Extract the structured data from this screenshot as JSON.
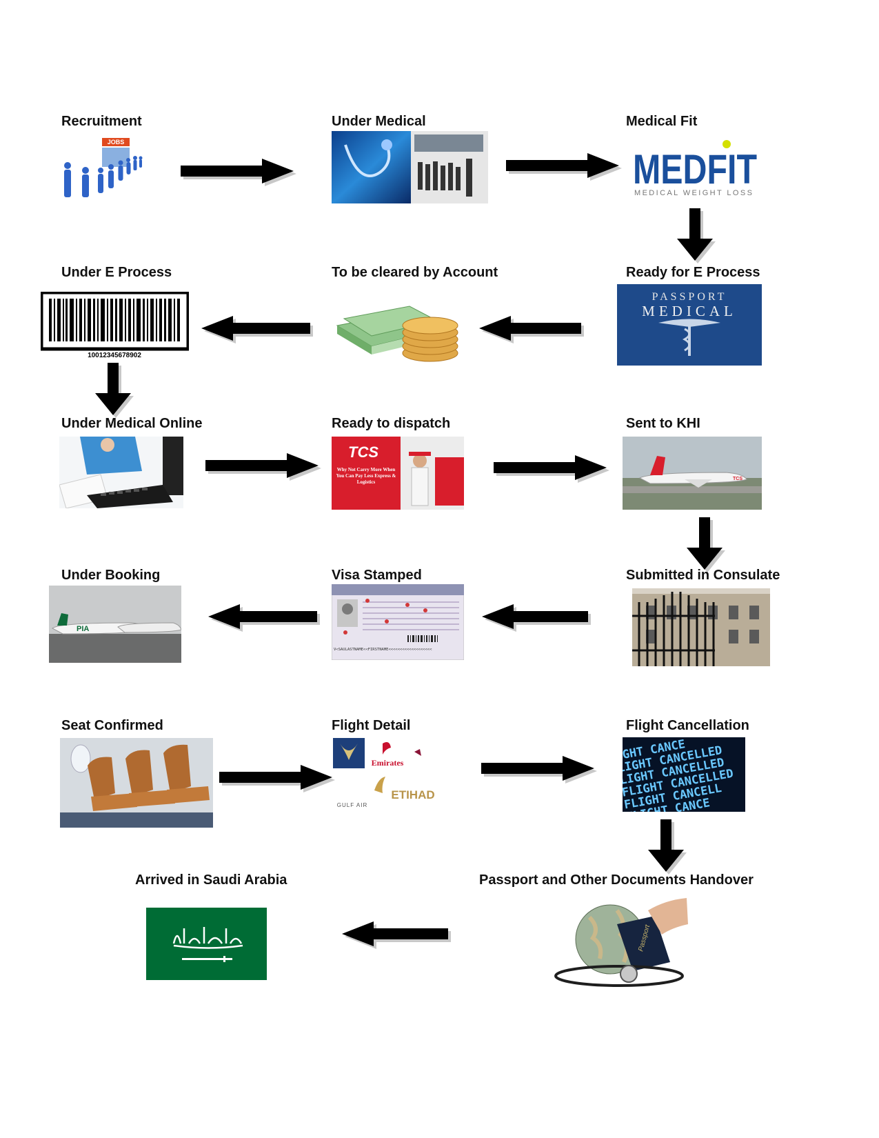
{
  "steps": {
    "recruitment": "Recruitment",
    "under_medical": "Under Medical",
    "medical_fit": "Medical Fit",
    "under_e_process": "Under E Process",
    "to_be_cleared": "To be cleared by Account",
    "ready_e_process": "Ready for E Process",
    "under_medical_online": "Under Medical Online",
    "ready_dispatch": "Ready to dispatch",
    "sent_khi": "Sent to KHI",
    "under_booking": "Under Booking",
    "visa_stamped": "Visa Stamped",
    "submitted_consulate": "Submitted in Consulate",
    "seat_confirmed": "Seat Confirmed",
    "flight_detail": "Flight Detail",
    "flight_cancellation": "Flight Cancellation",
    "arrived_saudi": "Arrived in Saudi Arabia",
    "passport_handover": "Passport and Other Documents Handover"
  },
  "images": {
    "jobs_text": "JOBS",
    "medfit_logo": "MEDFIT",
    "medfit_tagline": "MEDICAL WEIGHT LOSS",
    "passport_word": "PASSPORT",
    "medical_word": "MEDICAL",
    "barcode_number": "10012345678902",
    "tcs_logo": "TCS",
    "tcs_slogan": "Why Not Carry More When You Can Pay Less Express & Logistics",
    "pia_text": "PIA",
    "emirates_text": "Emirates",
    "etihad_text": "ETIHAD",
    "gulf_air_text": "GULF AIR",
    "cancel_lines": [
      "IGHT CANCE",
      "LIGHT CANCELLED",
      "LIGHT CANCELLED",
      "FLIGHT CANCELLED",
      "FLIGHT CANCELL",
      "FLIGHT CANCE"
    ],
    "visa_mrz": "V<SAULASTNAME<<FIRSTNAME<<<<<<<<<<<<<<<<<<<",
    "passport_cover": "Passport"
  },
  "colors": {
    "arrow_fill": "#000000",
    "arrow_shadow": "#c8c8c8",
    "saudi_green": "#006c35",
    "medfit_blue": "#1a4f9c",
    "tcs_red": "#d81e2c",
    "passport_blue": "#1e4a8a"
  }
}
